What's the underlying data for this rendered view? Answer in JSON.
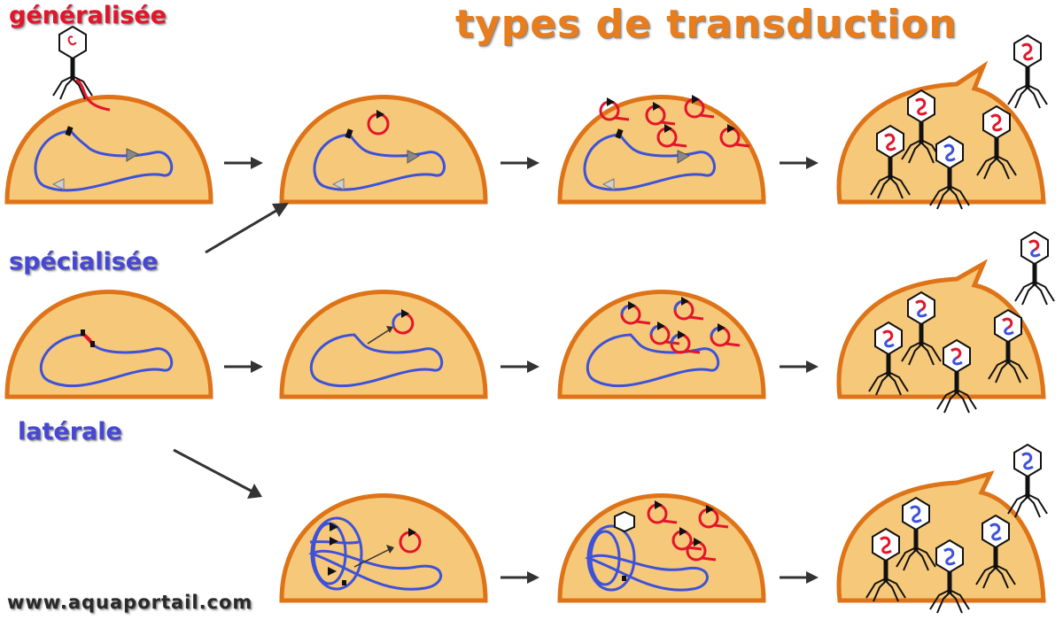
{
  "title": "types de transduction",
  "rows": [
    {
      "label": "généralisée"
    },
    {
      "label": "spécialisée"
    },
    {
      "label": "latérale"
    }
  ],
  "website": "www.aquaportail.com",
  "colors": {
    "cell_fill": "#f6c87a",
    "cell_border": "#de7318",
    "host_dna": "#3d52d9",
    "phage_dna": "#e4142a",
    "arrow": "#333333",
    "title": "#e87d1e",
    "label_red": "#e4142a",
    "label_blue": "#4747d6"
  },
  "icons": [
    "bacteriophage-icon",
    "arrow-icon"
  ]
}
